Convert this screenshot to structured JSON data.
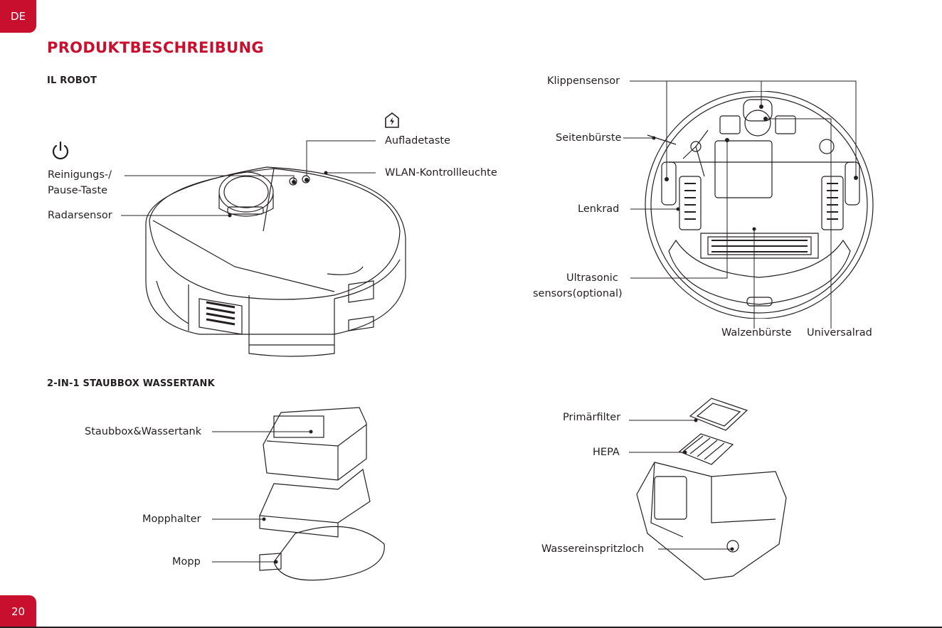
{
  "page": {
    "language": "DE",
    "page_number": "20",
    "title": "PRODUKTBESCHREIBUNG"
  },
  "robot": {
    "heading": "IL ROBOT",
    "labels": {
      "charge_button": "Aufladetaste",
      "wlan_light": "WLAN-Kontrollleuchte",
      "clean_pause_line1": "Reinigungs-/",
      "clean_pause_line2": "Pause-Taste",
      "radar_sensor": "Radarsensor",
      "cliff_sensor": "Klippensensor",
      "side_brush": "Seitenbürste",
      "steering_wheel": "Lenkrad",
      "ultrasonic_line1": "Ultrasonic",
      "ultrasonic_line2": "sensors(optional)",
      "roller_brush": "Walzenbürste",
      "universal_wheel": "Universalrad"
    }
  },
  "dustbox": {
    "heading": "2-IN-1 STAUBBOX WASSERTANK",
    "labels": {
      "dustbox_tank": "Staubbox&Wassertank",
      "mop_holder": "Mopphalter",
      "mop": "Mopp",
      "primary_filter": "Primärfilter",
      "hepa": "HEPA",
      "water_hole": "Wassereinspritzloch"
    }
  },
  "colors": {
    "accent": "#c8102e",
    "ink": "#231f20"
  }
}
